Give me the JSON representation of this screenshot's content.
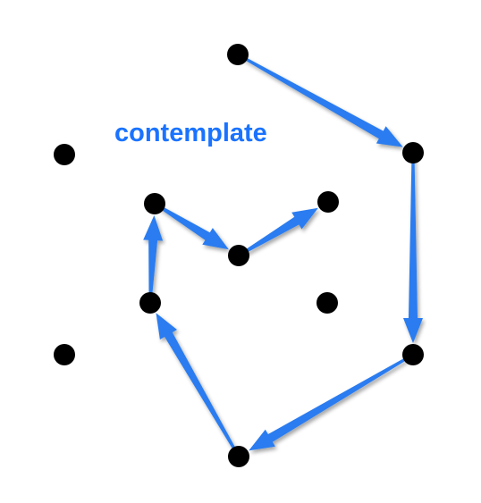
{
  "caption": {
    "text": "contemplate"
  },
  "colors": {
    "dot": "#000000",
    "arrow": "#2a7cf0",
    "caption": "#1a73ff",
    "background": "#ffffff"
  },
  "dots": [
    {
      "id": "top"
    },
    {
      "id": "left-upper"
    },
    {
      "id": "right-upper"
    },
    {
      "id": "inner-left-top"
    },
    {
      "id": "inner-right-top"
    },
    {
      "id": "center"
    },
    {
      "id": "inner-left-bottom"
    },
    {
      "id": "inner-right-bottom"
    },
    {
      "id": "left-lower"
    },
    {
      "id": "right-lower"
    },
    {
      "id": "bottom"
    }
  ],
  "path": [
    {
      "from": "top",
      "to": "right-upper"
    },
    {
      "from": "right-upper",
      "to": "right-lower"
    },
    {
      "from": "right-lower",
      "to": "bottom"
    },
    {
      "from": "bottom",
      "to": "inner-left-bottom"
    },
    {
      "from": "inner-left-bottom",
      "to": "inner-left-top"
    },
    {
      "from": "inner-left-top",
      "to": "center"
    },
    {
      "from": "center",
      "to": "inner-right-top"
    }
  ]
}
